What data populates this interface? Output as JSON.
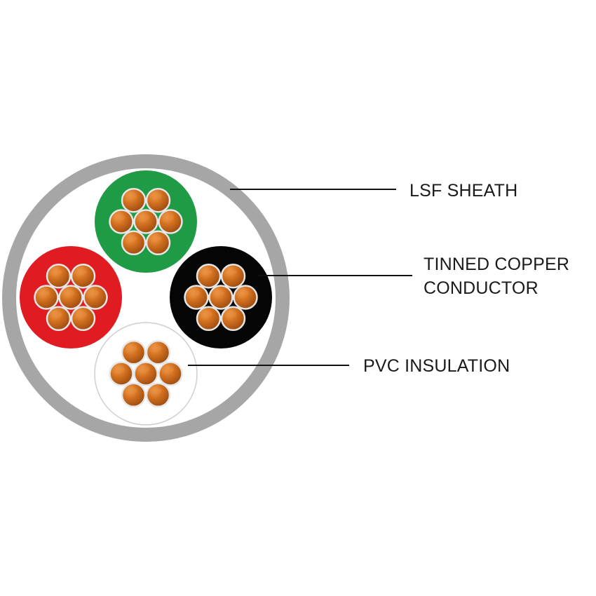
{
  "labels": {
    "sheath": "LSF SHEATH",
    "conductor_line1": "TINNED COPPER",
    "conductor_line2": "CONDUCTOR",
    "insulation": "PVC INSULATION"
  },
  "colors": {
    "sheath": "#a6a6a6",
    "filler": "#ffffff",
    "core_green": "#1f9b45",
    "core_red": "#e11b22",
    "core_black": "#050505",
    "core_white": "#ffffff",
    "copper": "#c8641a",
    "copper_highlight": "#e8893a",
    "strand_outline": "#e6e6e6",
    "leader_line": "#111111"
  },
  "cores": [
    {
      "name": "core-green",
      "color_key": "core_green"
    },
    {
      "name": "core-red",
      "color_key": "core_red"
    },
    {
      "name": "core-black",
      "color_key": "core_black"
    },
    {
      "name": "core-white",
      "color_key": "core_white"
    }
  ],
  "strands_per_core": 7
}
